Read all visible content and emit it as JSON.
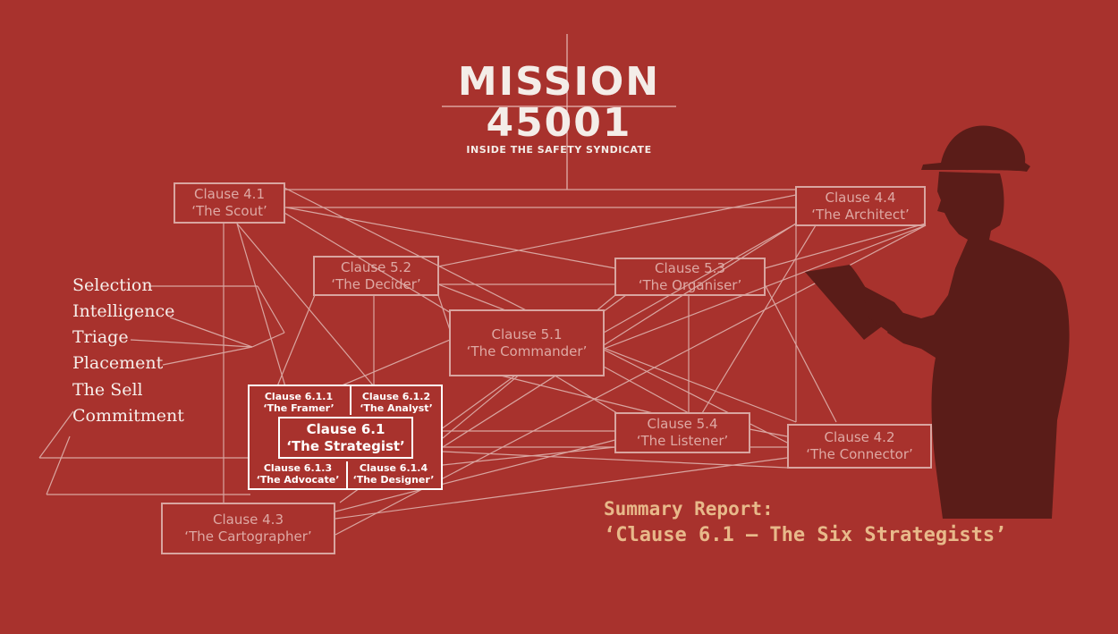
{
  "header": {
    "title_line1": "MISSION",
    "title_line2": "45001",
    "tagline": "INSIDE THE SAFETY SYNDICATE"
  },
  "clauses": {
    "c41": {
      "id": "Clause 4.1",
      "name": "‘The Scout’"
    },
    "c44": {
      "id": "Clause 4.4",
      "name": "‘The Architect’"
    },
    "c52": {
      "id": "Clause 5.2",
      "name": "‘The Decider’"
    },
    "c53": {
      "id": "Clause 5.3",
      "name": "‘The Organiser’"
    },
    "c51": {
      "id": "Clause 5.1",
      "name": "‘The Commander’"
    },
    "c54": {
      "id": "Clause 5.4",
      "name": "‘The Listener’"
    },
    "c42": {
      "id": "Clause 4.2",
      "name": "‘The Connector’"
    },
    "c43": {
      "id": "Clause 4.3",
      "name": "‘The Cartographer’"
    }
  },
  "strategist": {
    "main": {
      "id": "Clause 6.1",
      "name": "‘The Strategist’"
    },
    "s611": {
      "id": "Clause 6.1.1",
      "name": "‘The Framer’"
    },
    "s612": {
      "id": "Clause 6.1.2",
      "name": "‘The Analyst’"
    },
    "s613": {
      "id": "Clause 6.1.3",
      "name": "‘The Advocate’"
    },
    "s614": {
      "id": "Clause 6.1.4",
      "name": "‘The Designer’"
    }
  },
  "side_labels": [
    "Selection",
    "Intelligence",
    "Triage",
    "Placement",
    "The Sell",
    "Commitment"
  ],
  "summary": {
    "line1": "Summary Report:",
    "line2": "‘Clause 6.1 – The Six Strategists’"
  },
  "colors": {
    "background": "#a8322d",
    "line": "#d9a5a0",
    "silhouette": "#5a1c18",
    "summary_text": "#e8b98a"
  },
  "icons": [
    "worker-with-tablet-silhouette-icon",
    "crosshair-icon"
  ]
}
